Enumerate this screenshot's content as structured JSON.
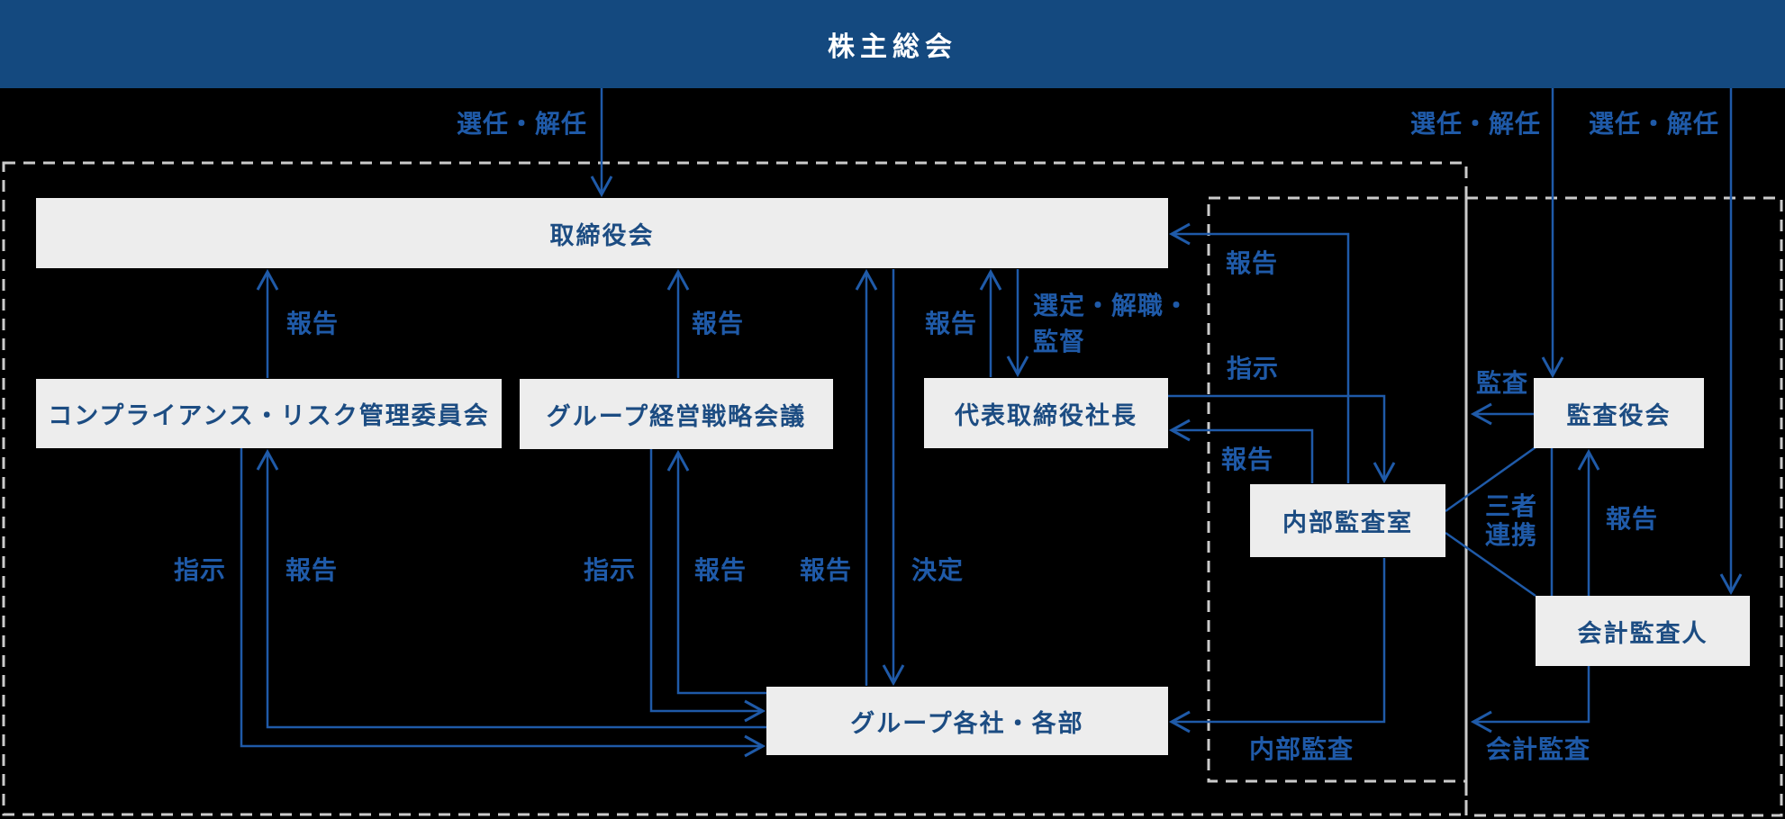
{
  "header": {
    "title": "株主総会"
  },
  "nodes": {
    "board": "取締役会",
    "compliance_risk_committee": "コンプライアンス・リスク管理委員会",
    "group_strategy_council": "グループ経営戦略会議",
    "president": "代表取締役社長",
    "internal_audit_office": "内部監査室",
    "audit_and_supervisory_board": "監査役会",
    "accounting_auditor": "会計監査人",
    "group_companies": "グループ各社・各部"
  },
  "labels": {
    "appoint_dismiss_board": "選任・解任",
    "appoint_dismiss_audit_board": "選任・解任",
    "appoint_dismiss_accounting_auditor": "選任・解任",
    "report_committee_to_board": "報告",
    "report_strategy_to_board": "報告",
    "report_president_to_board": "報告",
    "select_dismiss_supervise_line1": "選定・解職・",
    "select_dismiss_supervise_line2": "監督",
    "report_internal_audit_to_board": "報告",
    "instruct_president_to_internal_audit": "指示",
    "report_internal_audit_to_president": "報告",
    "audit": "監査",
    "three_party_line1": "三者",
    "three_party_line2": "連携",
    "report_auditor_to_audit_board": "報告",
    "instruct_committee_to_group": "指示",
    "report_group_to_committee": "報告",
    "instruct_strategy_to_group": "指示",
    "report_group_to_strategy": "報告",
    "report_group_to_board": "報告",
    "decision_board_to_group": "決定",
    "internal_audit_zone": "内部監査",
    "accounting_audit_zone": "会計監査"
  },
  "colors": {
    "top_bar": "#14497f",
    "arrow_blue": "#1f5aa8",
    "node_fill": "#ededed",
    "node_text": "#1c4c82",
    "dashed_border": "#cbcbcb",
    "background": "#000000",
    "title_text": "#ffffff"
  }
}
